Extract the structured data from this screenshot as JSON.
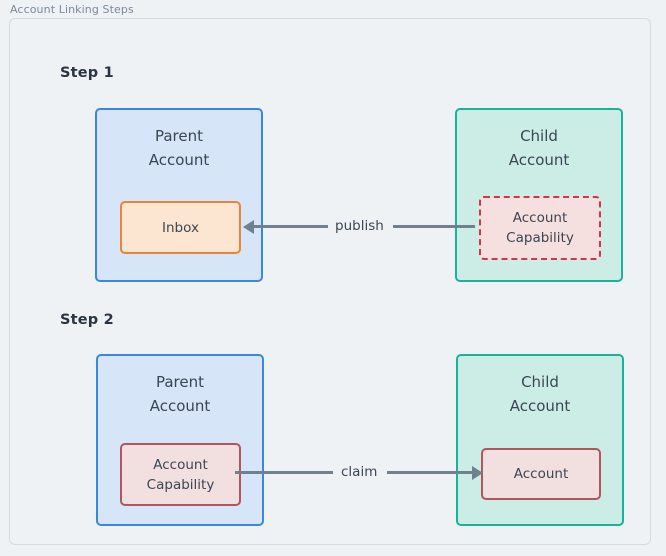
{
  "figure": {
    "caption": "Account Linking Steps"
  },
  "steps": [
    {
      "title": "Step 1",
      "parent": {
        "label_line1": "Parent",
        "label_line2": "Account",
        "resource": "Inbox"
      },
      "child": {
        "label_line1": "Child",
        "label_line2": "Account",
        "resource_line1": "Account",
        "resource_line2": "Capability"
      },
      "arrow": {
        "label": "publish",
        "direction": "left"
      }
    },
    {
      "title": "Step 2",
      "parent": {
        "label_line1": "Parent",
        "label_line2": "Account",
        "resource_line1": "Account",
        "resource_line2": "Capability"
      },
      "child": {
        "label_line1": "Child",
        "label_line2": "Account",
        "resource": "Account"
      },
      "arrow": {
        "label": "claim",
        "direction": "right"
      }
    }
  ],
  "colors": {
    "page_background": "#eff2f5",
    "frame_border": "#d3dae1",
    "parent_fill": "#d6e5f7",
    "parent_border": "#3b87dd",
    "child_fill": "#ccece6",
    "child_border": "#19b39b",
    "inbox_fill": "#fce6d2",
    "inbox_border": "#e8843c",
    "capability_dashed_fill": "#f6dfdf",
    "capability_dashed_border": "#c7394b",
    "capability_solid_fill": "#f2dfdf",
    "capability_solid_border": "#b3565c",
    "arrow": "#70808f",
    "text": "#3b4654",
    "heading_text": "#2b3443",
    "caption_text": "#7c8a98"
  }
}
